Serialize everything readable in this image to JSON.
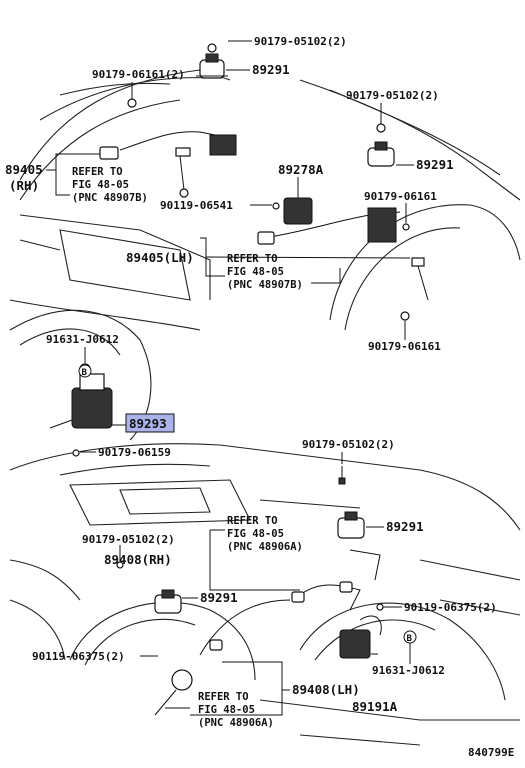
{
  "callouts": {
    "top_bolt": "90179-05102(2)",
    "top_left_nut": "90179-06161(2)",
    "top_sensor": "89291",
    "right_bolt": "90179-05102(2)",
    "right_sensor": "89291",
    "mid_bracket": "89278A",
    "mid_bolt": "90119-06541",
    "mid_right_nut": "90179-06161",
    "lower_right_nut": "90179-06161",
    "ecu_bolt": "91631-J0612",
    "ecu": "89293",
    "ecu_nut": "90179-06159",
    "rear_top_bolt": "90179-05102(2)",
    "rear_top_sensor": "89291",
    "rear_left_bolt": "90179-05102(2)",
    "rear_left_sensor": "89291",
    "rear_right_bolt": "90119-06375(2)",
    "rear_left_lower_bolt": "90119-06375(2)",
    "rear_bracket_bolt": "91631-J0612",
    "rear_bracket": "89191A"
  },
  "assemblies": {
    "front_rh": {
      "number": "89405",
      "side": "(RH)",
      "ref_line1": "REFER TO",
      "ref_line2": "FIG 48-05",
      "ref_line3": "(PNC 48907B)"
    },
    "front_lh": {
      "label": "89405(LH)",
      "ref_line1": "REFER TO",
      "ref_line2": "FIG 48-05",
      "ref_line3": "(PNC 48907B)"
    },
    "rear_rh": {
      "label": "89408(RH)",
      "ref_line1": "REFER TO",
      "ref_line2": "FIG 48-05",
      "ref_line3": "(PNC 48906A)"
    },
    "rear_lh": {
      "label": "89408(LH)",
      "ref_line1": "REFER TO",
      "ref_line2": "FIG 48-05",
      "ref_line3": "(PNC 48906A)"
    }
  },
  "markers": {
    "b_marker": "B"
  },
  "figure_id": "840799E",
  "colors": {
    "highlight": "#aab4e8",
    "line": "#111111"
  }
}
